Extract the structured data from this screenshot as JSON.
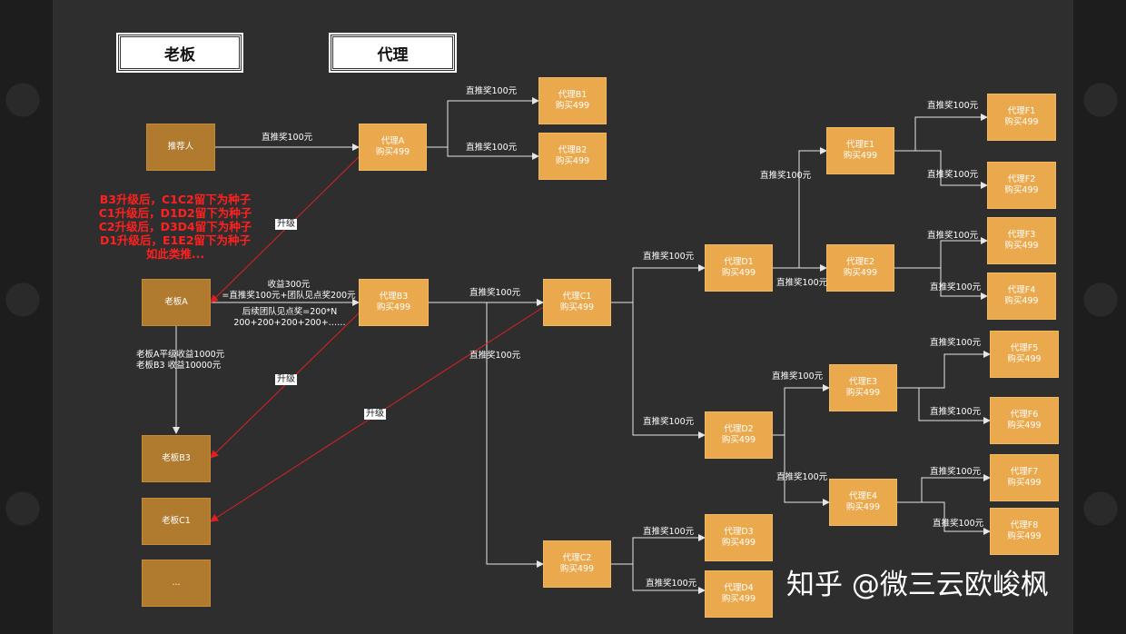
{
  "headers": {
    "boss": "老板",
    "agent": "代理"
  },
  "nodes": {
    "referrer": "推荐人",
    "boss_a": "老板A",
    "boss_b3": "老板B3",
    "boss_c1": "老板C1",
    "boss_more": "...",
    "agent_a": [
      "代理A",
      "购买499"
    ],
    "agent_b1": [
      "代理B1",
      "购买499"
    ],
    "agent_b2": [
      "代理B2",
      "购买499"
    ],
    "agent_b3": [
      "代理B3",
      "购买499"
    ],
    "agent_c1": [
      "代理C1",
      "购买499"
    ],
    "agent_c2": [
      "代理C2",
      "购买499"
    ],
    "agent_d1": [
      "代理D1",
      "购买499"
    ],
    "agent_d2": [
      "代理D2",
      "购买499"
    ],
    "agent_d3": [
      "代理D3",
      "购买499"
    ],
    "agent_d4": [
      "代理D4",
      "购买499"
    ],
    "agent_e1": [
      "代理E1",
      "购买499"
    ],
    "agent_e2": [
      "代理E2",
      "购买499"
    ],
    "agent_e3": [
      "代理E3",
      "购买499"
    ],
    "agent_e4": [
      "代理E4",
      "购买499"
    ],
    "agent_f1": [
      "代理F1",
      "购买499"
    ],
    "agent_f2": [
      "代理F2",
      "购买499"
    ],
    "agent_f3": [
      "代理F3",
      "购买499"
    ],
    "agent_f4": [
      "代理F4",
      "购买499"
    ],
    "agent_f5": [
      "代理F5",
      "购买499"
    ],
    "agent_f6": [
      "代理F6",
      "购买499"
    ],
    "agent_f7": [
      "代理F7",
      "购买499"
    ],
    "agent_f8": [
      "代理F8",
      "购买499"
    ]
  },
  "labels": {
    "direct_bonus": "直推奖100元",
    "upgrade": "升级",
    "income": [
      "收益300元",
      "=直推奖100元+团队见点奖200元"
    ],
    "team_bonus": [
      "后续团队见点奖=200*N",
      "200+200+200+200+……"
    ],
    "boss_income": [
      "老板A平级收益1000元",
      "老板B3    收益10000元"
    ]
  },
  "note_lines": [
    "B3升级后，C1C2留下为种子",
    "C1升级后，D1D2留下为种子",
    "C2升级后，D3D4留下为种子",
    "D1升级后，E1E2留下为种子",
    "如此类推..."
  ],
  "watermark": "知乎 @微三云欧峻枫",
  "colors": {
    "boss": "#b07a2f",
    "agent": "#eba94e",
    "note": "#ff2020",
    "upgrade_arrow": "#e02020"
  }
}
